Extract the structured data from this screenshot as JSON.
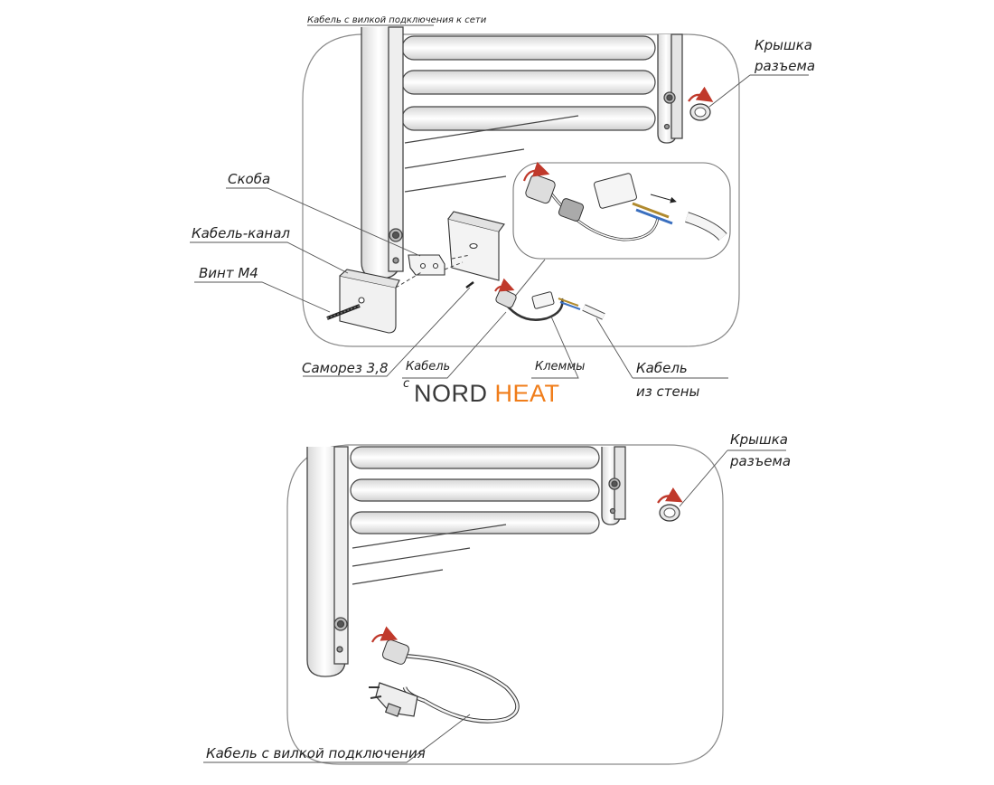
{
  "top_caption": "Кабель с вилкой подключения к сети",
  "labels": {
    "skoba": "Скоба",
    "cable_channel": "Кабель-канал",
    "screw_m4": "Винт М4",
    "self_tapping": "Саморез 3,8",
    "cable_connector_line1": "Кабель",
    "cable_connector_line2": "с разъемом",
    "terminals": "Клеммы",
    "cable_wall_line1": "Кабель",
    "cable_wall_line2": "из стены",
    "cap_top_line1": "Крышка",
    "cap_top_line2": "разъема",
    "cap_bottom_line1": "Крышка",
    "cap_bottom_line2": "разъема",
    "plug_cable": "Кабель с вилкой подключения"
  },
  "logo": {
    "part1": "NORD",
    "part2": "HEAT",
    "color1": "#3a3a3a",
    "color2": "#f07d1a"
  },
  "colors": {
    "arrow_red": "#c0392b",
    "line": "#333333",
    "frame": "#888888"
  }
}
